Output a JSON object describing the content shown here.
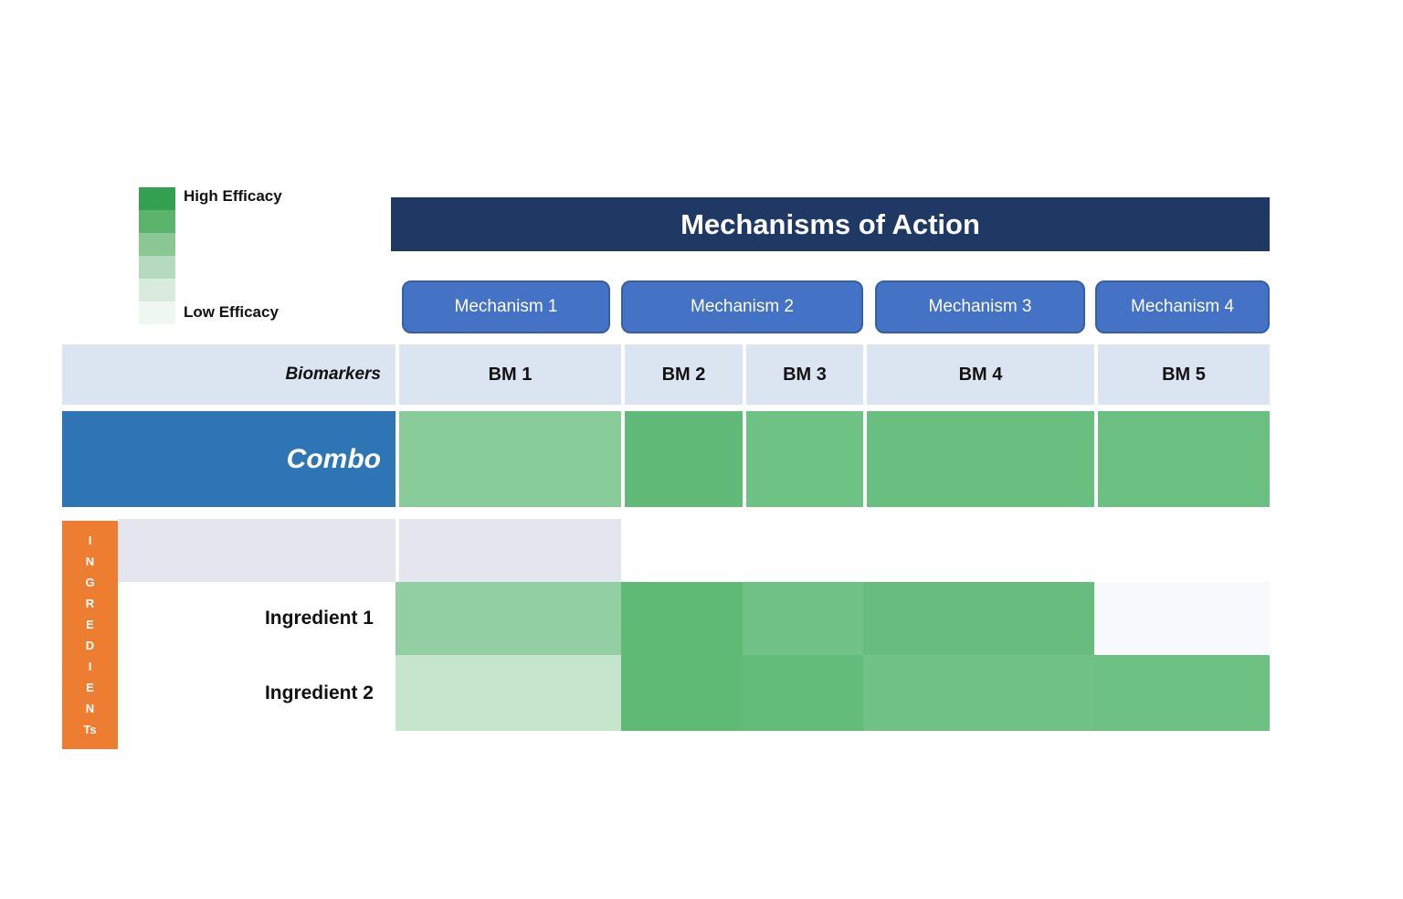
{
  "theme": {
    "header_navy": "#1f3864",
    "mechanism_blue": "#4472c4",
    "biomarker_band": "#dbe4f1",
    "combo_blue": "#2e75b6",
    "ingredient_orange": "#ed7d31",
    "empty_lavender": "#e5e5f0"
  },
  "legend": {
    "high_label": "High Efficacy",
    "low_label": "Low Efficacy",
    "gradient": [
      "#33a052",
      "#5bb36c",
      "#8bc795",
      "#b5dabd",
      "#d8ebdc",
      "#eef8f0"
    ]
  },
  "header": {
    "title": "Mechanisms of Action"
  },
  "mechanisms": [
    {
      "label": "Mechanism 1"
    },
    {
      "label": "Mechanism 2"
    },
    {
      "label": "Mechanism 3"
    },
    {
      "label": "Mechanism 4"
    }
  ],
  "biomarker_row": {
    "label": "Biomarkers",
    "columns": [
      "BM 1",
      "BM 2",
      "BM 3",
      "BM 4",
      "BM 5"
    ]
  },
  "rows": [
    {
      "label": "Combo"
    },
    {
      "label": "Ingredient 1"
    },
    {
      "label": "Ingredient 2"
    }
  ],
  "ingredients_axis": "I\nN\nG\nR\nE\nD\nI\nE\nN\nTs",
  "chart_data": {
    "type": "heatmap",
    "title": "Mechanisms of Action",
    "column_groups": [
      {
        "mechanism": "Mechanism 1",
        "biomarkers": [
          "BM 1"
        ]
      },
      {
        "mechanism": "Mechanism 2",
        "biomarkers": [
          "BM 2",
          "BM 3"
        ]
      },
      {
        "mechanism": "Mechanism 3",
        "biomarkers": [
          "BM 4"
        ]
      },
      {
        "mechanism": "Mechanism 4",
        "biomarkers": [
          "BM 5"
        ]
      }
    ],
    "columns": [
      "BM 1",
      "BM 2",
      "BM 3",
      "BM 4",
      "BM 5"
    ],
    "row_labels": [
      "Combo",
      "Ingredient 1",
      "Ingredient 2"
    ],
    "value_scale": "qualitative efficacy, 0 = low (white) to 1 = high (dark green), read from cell color intensity",
    "legend": {
      "high": "High Efficacy",
      "low": "Low Efficacy",
      "position": "top-left"
    },
    "efficacy_levels": [
      [
        0.55,
        0.75,
        0.7,
        0.72,
        0.71
      ],
      [
        0.5,
        0.78,
        0.65,
        0.73,
        0.03
      ],
      [
        0.28,
        0.78,
        0.75,
        0.65,
        0.68
      ]
    ],
    "cell_colors": [
      [
        "#87cb98",
        "#61ba77",
        "#6dc284",
        "#68bf7f",
        "#6bc081"
      ],
      [
        "#92cfa3",
        "#5eba75",
        "#70c286",
        "#66bd7d",
        "#f8f9fd"
      ],
      [
        "#c6e5cd",
        "#5eba75",
        "#63bc7a",
        "#70c286",
        "#6cc183"
      ]
    ]
  }
}
